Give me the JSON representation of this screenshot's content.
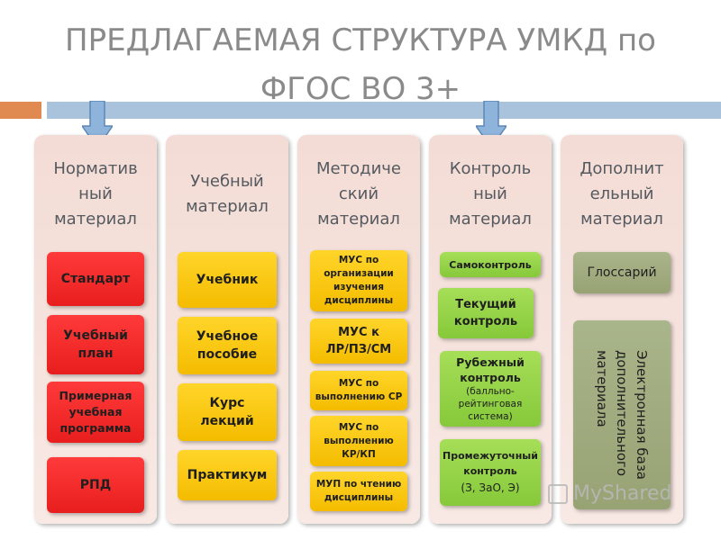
{
  "title": {
    "line1": "ПРЕДЛАГАЕМАЯ СТРУКТУРА УМКД по",
    "line2": "ФГОС ВО 3+"
  },
  "colors": {
    "title_text": "#8a8a8a",
    "accent_orange": "#e08a52",
    "accent_blue": "#a9c3dc",
    "red_box": "#f22a2a",
    "yellow_box": "#fbc80f",
    "green_box": "#94d249",
    "olive_box": "#a0ac7e"
  },
  "columns": [
    {
      "heading": [
        "Норматив",
        "ный",
        "материал"
      ],
      "items": [
        {
          "lines": [
            "Стандарт"
          ]
        },
        {
          "lines": [
            "Учебный",
            "план"
          ]
        },
        {
          "lines": [
            "Примерная",
            "учебная",
            "программа"
          ]
        },
        {
          "lines": [
            "РПД"
          ]
        }
      ]
    },
    {
      "heading": [
        "Учебный",
        "материал"
      ],
      "items": [
        {
          "lines": [
            "Учебник"
          ]
        },
        {
          "lines": [
            "Учебное",
            "пособие"
          ]
        },
        {
          "lines": [
            "Курс",
            "лекций"
          ]
        },
        {
          "lines": [
            "Практикум"
          ]
        }
      ]
    },
    {
      "heading": [
        "Методиче",
        "ский",
        "материал"
      ],
      "items": [
        {
          "lines": [
            "МУС по",
            "организации",
            "изучения",
            "дисциплины"
          ]
        },
        {
          "lines": [
            "МУС к",
            "ЛР/ПЗ/СМ"
          ]
        },
        {
          "lines": [
            "МУС по",
            "выполнению СР"
          ]
        },
        {
          "lines": [
            "МУС по",
            "выполнению",
            "КР/КП"
          ]
        },
        {
          "lines": [
            "МУП по чтению",
            "дисциплины"
          ]
        }
      ]
    },
    {
      "heading": [
        "Контроль",
        "ный",
        "материал"
      ],
      "items": [
        {
          "lines": [
            "Самоконтроль"
          ]
        },
        {
          "lines": [
            "Текущий",
            "контроль"
          ]
        },
        {
          "lines": [
            "Рубежный",
            "контроль"
          ],
          "sub": [
            "(балльно-",
            "рейтинговая",
            "система)"
          ]
        },
        {
          "lines": [
            "Промежуточный",
            "контроль"
          ],
          "sub": [
            "(З, ЗаО, Э)"
          ]
        }
      ]
    },
    {
      "heading": [
        "Дополнит",
        "ельный",
        "материал"
      ],
      "items": [
        {
          "lines": [
            "Глоссарий"
          ]
        },
        {
          "lines": [
            "Электронная база",
            "дополнительного",
            "материала"
          ]
        }
      ]
    }
  ],
  "watermark": "MyShared"
}
